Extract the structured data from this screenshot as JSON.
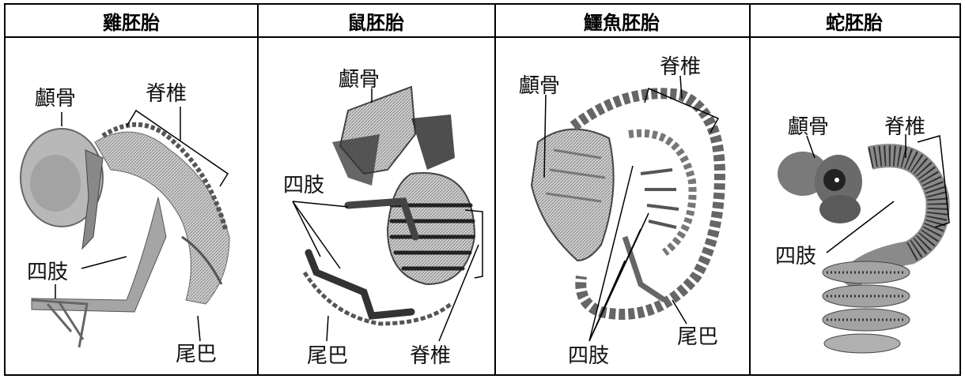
{
  "headers": [
    "雞胚胎",
    "鼠胚胎",
    "鱷魚胚胎",
    "蛇胚胎"
  ],
  "labels": {
    "skull": "顱骨",
    "spine": "脊椎",
    "limbs": "四肢",
    "tail": "尾巴"
  }
}
